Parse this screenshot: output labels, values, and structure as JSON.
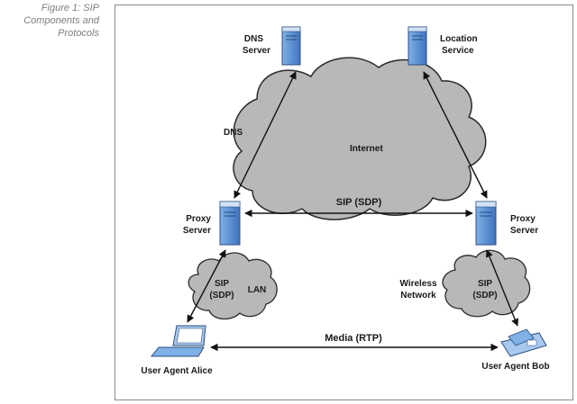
{
  "figure_caption": {
    "line1": "Figure 1: SIP",
    "line2": "Components and",
    "line3": "Protocols"
  },
  "nodes": {
    "dns_server": {
      "line1": "DNS",
      "line2": "Server"
    },
    "location_service": {
      "line1": "Location",
      "line2": "Service"
    },
    "proxy_left": {
      "line1": "Proxy",
      "line2": "Server"
    },
    "proxy_right": {
      "line1": "Proxy",
      "line2": "Server"
    },
    "user_agent_alice": "User Agent Alice",
    "user_agent_bob": "User Agent Bob"
  },
  "clouds": {
    "internet": "Internet",
    "lan": {
      "protocol_line1": "SIP",
      "protocol_line2": "(SDP)",
      "name": "LAN"
    },
    "wireless": {
      "protocol_line1": "SIP",
      "protocol_line2": "(SDP)",
      "name_line1": "Wireless",
      "name_line2": "Network"
    }
  },
  "links": {
    "dns": "DNS",
    "sip_sdp": "SIP (SDP)",
    "media": "Media (RTP)"
  },
  "colors": {
    "cloud_fill": "#b8b8b8",
    "cloud_stroke": "#2a2a2a",
    "server_blue": "#5b8fd0",
    "server_light": "#a8c8ee",
    "caption_gray": "#7d7d7d"
  }
}
